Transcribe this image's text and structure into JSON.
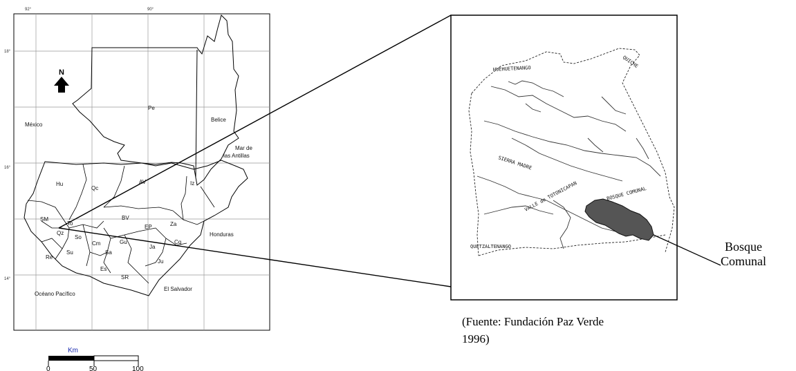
{
  "overview_map": {
    "coords_top": [
      "92°",
      "90°"
    ],
    "coords_left": [
      "18°",
      "16°",
      "14°"
    ],
    "north_label": "N",
    "countries": {
      "mexico": "México",
      "belice": "Belice",
      "honduras": "Honduras",
      "el_salvador": "El Salvador",
      "oceano": "Océano Pacífico",
      "mar": [
        "Mar de",
        "las Antillas"
      ]
    },
    "departments": [
      "Pe",
      "Hu",
      "Qc",
      "AV",
      "Iz",
      "SM",
      "To",
      "Qz",
      "So",
      "BV",
      "EP",
      "Za",
      "Re",
      "Su",
      "Cm",
      "Gu",
      "Ja",
      "Cq",
      "Sa",
      "Es",
      "Ju",
      "SR"
    ],
    "scale": {
      "unit": "Km",
      "ticks": [
        "0",
        "50",
        "100"
      ]
    }
  },
  "detail_map": {
    "labels": {
      "huehuetenango": "HUEHUETENANGO",
      "quiche": "QUICHE",
      "sierra": "SIERRA MADRE",
      "valle": "VALLE de TOTONICAPAN",
      "bosque_small": "BOSQUE COMUNAL",
      "quetzaltenango": "QUETZALTENANGO"
    }
  },
  "annotation": {
    "line1": "Bosque",
    "line2": "Comunal"
  },
  "source": {
    "line1": "(Fuente: Fundación Paz Verde",
    "line2": "1996)"
  }
}
